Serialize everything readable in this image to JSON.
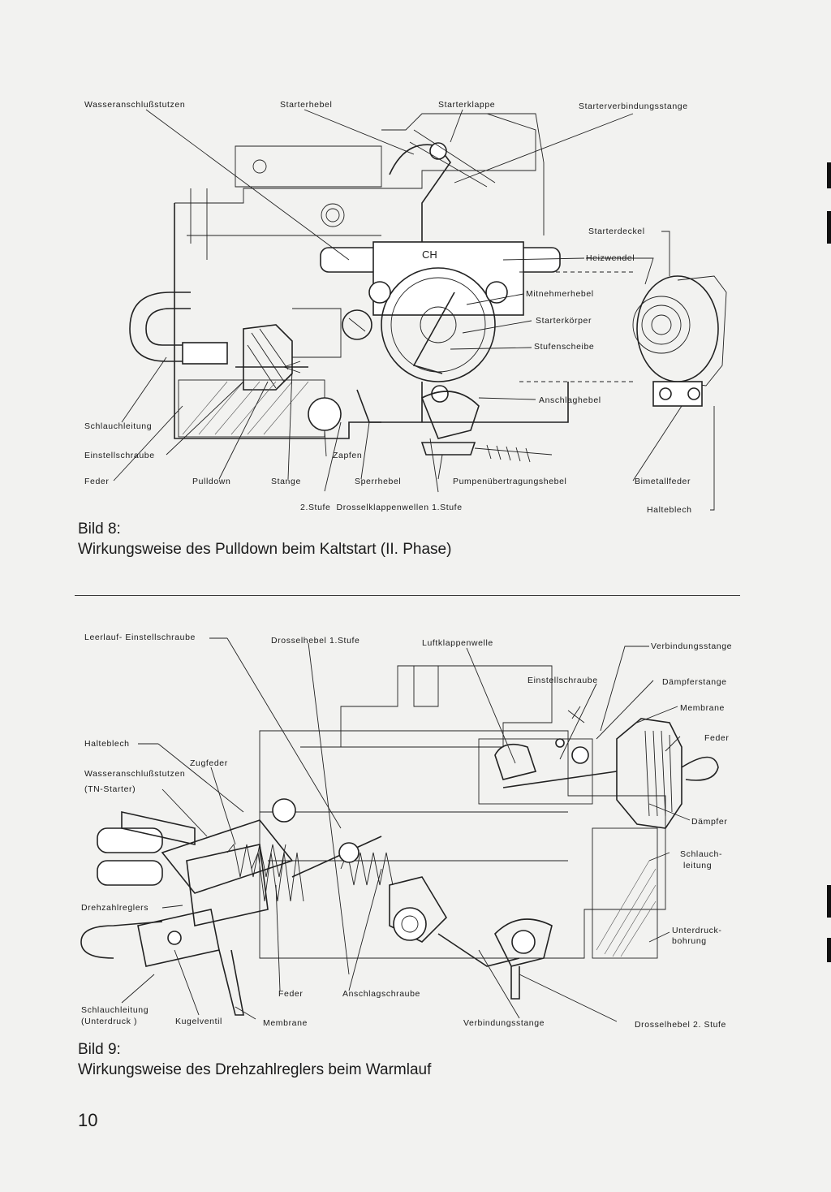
{
  "figure8": {
    "labels": {
      "wasseranschluss": "Wasseranschlußstutzen",
      "starterhebel": "Starterhebel",
      "starterklappe": "Starterklappe",
      "starterverbindungsstange": "Starterverbindungsstange",
      "starterdeckel": "Starterdeckel",
      "heizwendel": "Heizwendel",
      "mitnehmerhebel": "Mitnehmerhebel",
      "starterkoerper": "Starterkörper",
      "stufenscheibe": "Stufenscheibe",
      "anschlaghebel": "Anschlaghebel",
      "schlauchleitung": "Schlauchleitung",
      "einstellschraube": "Einstellschraube",
      "feder": "Feder",
      "pulldown": "Pulldown",
      "stange": "Stange",
      "zapfen": "Zapfen",
      "sperrhebel": "Sperrhebel",
      "pumpenuebertragungshebel": "Pumpenübertragungshebel",
      "bimetallfeder": "Bimetallfeder",
      "halteblech": "Halteblech",
      "drosselklappenwellen": "2.Stufe  Drosselklappenwellen 1.Stufe",
      "diagram_text_ch": "CH"
    },
    "caption_number": "Bild 8:",
    "caption_text": "Wirkungsweise des Pulldown beim Kaltstart (II. Phase)"
  },
  "figure9": {
    "labels": {
      "leerlauf": "Leerlauf- Einstellschraube",
      "drosselhebel1": "Drosselhebel 1.Stufe",
      "luftklappenwelle": "Luftklappenwelle",
      "verbindungsstange_top": "Verbindungsstange",
      "einstellschraube": "Einstellschraube",
      "daempferstange": "Dämpferstange",
      "membrane_right": "Membrane",
      "feder_right": "Feder",
      "halteblech": "Halteblech",
      "zugfeder": "Zugfeder",
      "wasseranschluss": "Wasseranschlußstutzen",
      "tn_starter": "(TN-Starter)",
      "daempfer": "Dämpfer",
      "schlauchleitung_right_1": "Schlauch-",
      "schlauchleitung_right_2": "leitung",
      "drehzahlreglers": "Drehzahlreglers",
      "unterdruck_1": "Unterdruck-",
      "unterdruck_2": "bohrung",
      "feder_bottom": "Feder",
      "anschlagschraube": "Anschlagschraube",
      "schlauchleitung_left_1": "Schlauchleitung",
      "schlauchleitung_left_2": "(Unterdruck )",
      "kugelventil": "Kugelventil",
      "membrane_bottom": "Membrane",
      "verbindungsstange_bottom": "Verbindungsstange",
      "drosselhebel2": "Drosselhebel 2. Stufe"
    },
    "caption_number": "Bild 9:",
    "caption_text": "Wirkungsweise des Drehzahlreglers beim Warmlauf"
  },
  "page_number": "10"
}
